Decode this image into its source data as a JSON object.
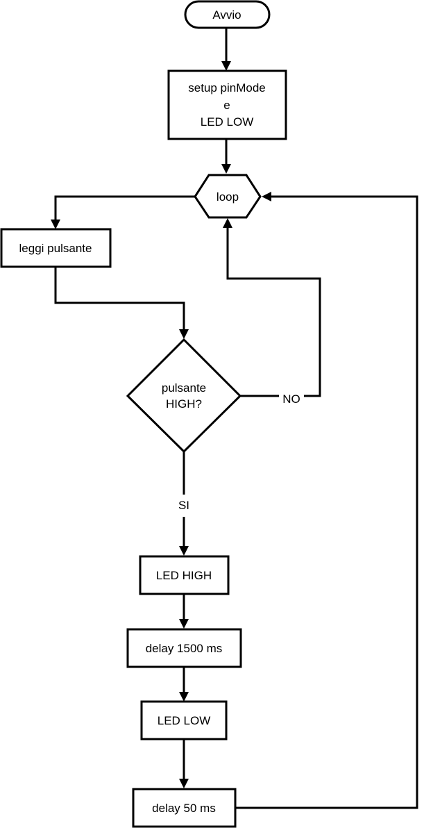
{
  "nodes": {
    "start": "Avvio",
    "setup": [
      "setup pinMode",
      "e",
      "LED LOW"
    ],
    "loop": "loop",
    "read": "leggi pulsante",
    "decision": [
      "pulsante",
      "HIGH?"
    ],
    "led_high": "LED HIGH",
    "delay_long": "delay 1500 ms",
    "led_low": "LED LOW",
    "delay_short": "delay 50 ms"
  },
  "edge_labels": {
    "no": "NO",
    "yes": "SI"
  }
}
